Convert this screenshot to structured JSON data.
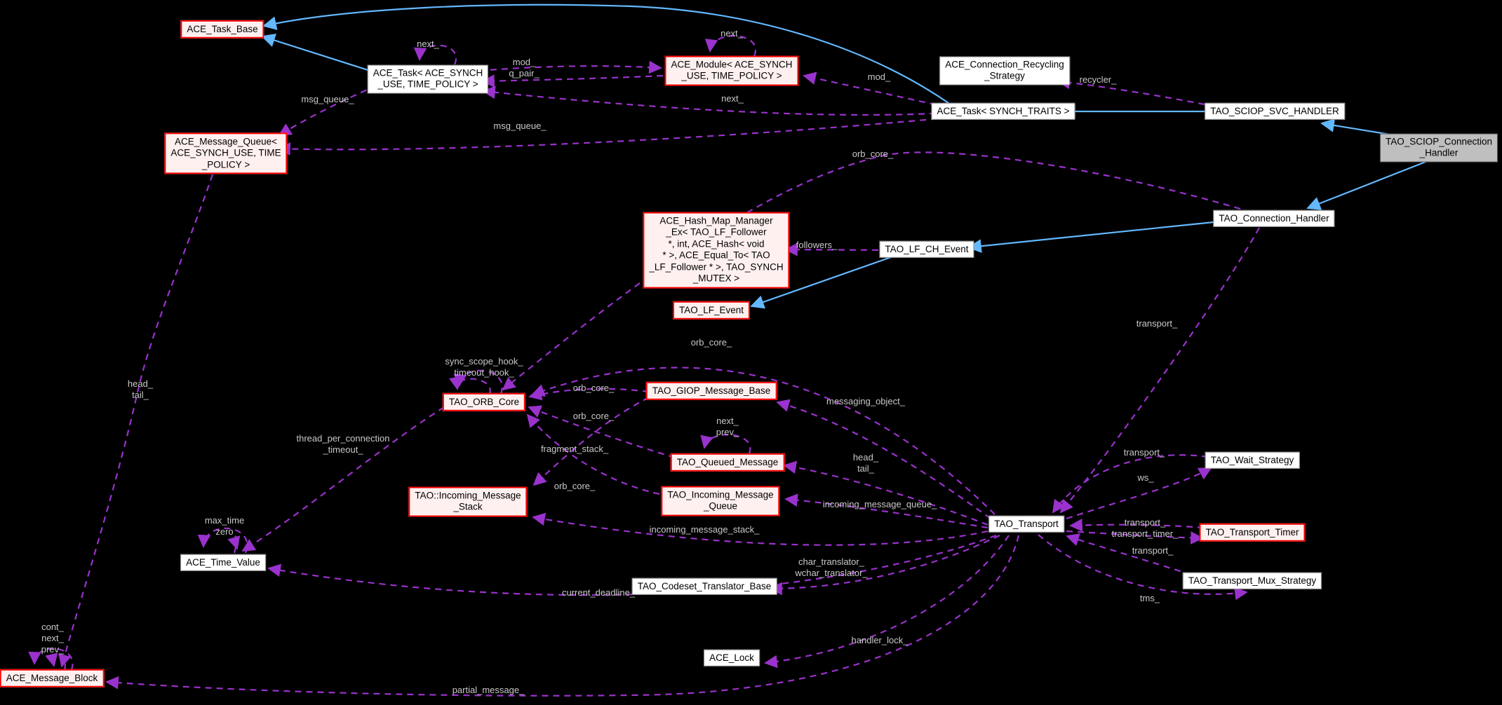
{
  "colors": {
    "background": "#000000",
    "inheritance_edge": "#63b8ff",
    "usage_edge": "#9a32cd",
    "edge_label_text": "#c9c9c9",
    "node_fill": "#ffffff",
    "node_border": "#8c8c8c",
    "red_node_border": "#ff0000",
    "red_node_fill": "#fff0f0",
    "highlight_node_fill": "#bfbfbf"
  },
  "nodes": {
    "ace_task_base": [
      "ACE_Task_Base"
    ],
    "ace_task_synch": [
      "ACE_Task< ACE_SYNCH",
      "_USE, TIME_POLICY >"
    ],
    "ace_module": [
      "ACE_Module< ACE_SYNCH",
      "_USE, TIME_POLICY >"
    ],
    "ace_conn_recycling": [
      "ACE_Connection_Recycling",
      "_Strategy"
    ],
    "ace_task_traits": [
      "ACE_Task< SYNCH_TRAITS >"
    ],
    "tao_sciop_svc": [
      "TAO_SCIOP_SVC_HANDLER"
    ],
    "tao_sciop_conn": [
      "TAO_SCIOP_Connection",
      "_Handler"
    ],
    "ace_msg_queue": [
      "ACE_Message_Queue<",
      "ACE_SYNCH_USE, TIME",
      "_POLICY >"
    ],
    "tao_conn_handler": [
      "TAO_Connection_Handler"
    ],
    "ace_hash_map": [
      "ACE_Hash_Map_Manager",
      "_Ex< TAO_LF_Follower",
      "*, int, ACE_Hash< void",
      "* >, ACE_Equal_To< TAO",
      "_LF_Follower * >, TAO_SYNCH",
      "_MUTEX >"
    ],
    "tao_lf_ch_event": [
      "TAO_LF_CH_Event"
    ],
    "tao_lf_event": [
      "TAO_LF_Event"
    ],
    "tao_orb_core": [
      "TAO_ORB_Core"
    ],
    "tao_giop": [
      "TAO_GIOP_Message_Base"
    ],
    "tao_queued_msg": [
      "TAO_Queued_Message"
    ],
    "tao_incoming_stack": [
      "TAO::Incoming_Message",
      "_Stack"
    ],
    "tao_incoming_queue": [
      "TAO_Incoming_Message",
      "_Queue"
    ],
    "tao_transport": [
      "TAO_Transport"
    ],
    "tao_wait_strategy": [
      "TAO_Wait_Strategy"
    ],
    "tao_transport_timer": [
      "TAO_Transport_Timer"
    ],
    "tao_mux": [
      "TAO_Transport_Mux_Strategy"
    ],
    "ace_time_value": [
      "ACE_Time_Value"
    ],
    "tao_codeset": [
      "TAO_Codeset_Translator_Base"
    ],
    "ace_lock": [
      "ACE_Lock"
    ],
    "ace_msg_block": [
      "ACE_Message_Block"
    ]
  },
  "labels": {
    "next_task": [
      "next_"
    ],
    "next_module": [
      "next_"
    ],
    "mod_qpair": [
      "mod_",
      "q_pair_"
    ],
    "next_mid": [
      "next_"
    ],
    "mod_right": [
      "mod_"
    ],
    "recycler": [
      "recycler_"
    ],
    "msg_queue_1": [
      "msg_queue_"
    ],
    "msg_queue_2": [
      "msg_queue_"
    ],
    "orb_core_top": [
      "orb_core_"
    ],
    "followers": [
      "followers_"
    ],
    "transport_ch": [
      "transport_"
    ],
    "orb_core_mid": [
      "orb_core_"
    ],
    "hooks": [
      "sync_scope_hook_",
      "timeout_hook_"
    ],
    "orb_core_giop": [
      "orb_core_"
    ],
    "orb_core_queued": [
      "orb_core_"
    ],
    "messaging_object": [
      "messaging_object_"
    ],
    "next_prev": [
      "next_",
      "prev_"
    ],
    "fragment_stack": [
      "fragment_stack_"
    ],
    "head_tail_transport": [
      "head_",
      "tail_"
    ],
    "transport_ws": [
      "transport_"
    ],
    "ws": [
      "ws_"
    ],
    "orb_core_incq": [
      "orb_core_"
    ],
    "incoming_message_queue": [
      "incoming_message_queue_"
    ],
    "incoming_message_stack": [
      "incoming_message_stack_"
    ],
    "transport_timer_pair": [
      "transport_",
      "transport_timer_"
    ],
    "transport_mux": [
      "transport_"
    ],
    "tms": [
      "tms_"
    ],
    "max_time_zero": [
      "max_time",
      "zero"
    ],
    "thread_per_connection": [
      "thread_per_connection",
      "_timeout_"
    ],
    "char_wchar": [
      "char_translator_",
      "wchar_translator_"
    ],
    "current_deadline": [
      "current_deadline_"
    ],
    "handler_lock": [
      "handler_lock_"
    ],
    "head_tail_queue": [
      "head_",
      "tail_"
    ],
    "cont_next_prev": [
      "cont_",
      "next_",
      "prev_"
    ],
    "partial_message": [
      "partial_message_"
    ]
  }
}
